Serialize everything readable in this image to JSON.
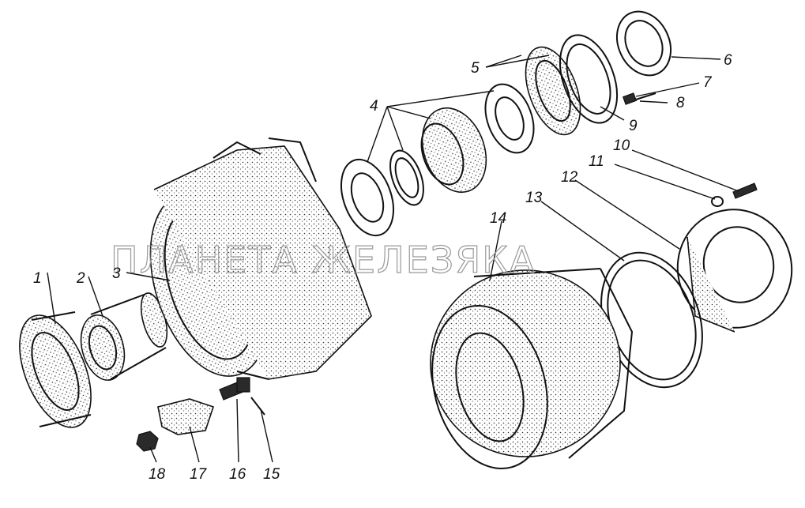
{
  "watermark": "ПЛАНЕТА ЖЕЛЕЗЯКА",
  "callouts": [
    {
      "id": "1",
      "text": "1"
    },
    {
      "id": "2",
      "text": "2"
    },
    {
      "id": "3",
      "text": "3"
    },
    {
      "id": "4",
      "text": "4"
    },
    {
      "id": "5",
      "text": "5"
    },
    {
      "id": "6",
      "text": "6"
    },
    {
      "id": "7",
      "text": "7"
    },
    {
      "id": "8",
      "text": "8"
    },
    {
      "id": "9",
      "text": "9"
    },
    {
      "id": "10",
      "text": "10"
    },
    {
      "id": "11",
      "text": "11"
    },
    {
      "id": "12",
      "text": "12"
    },
    {
      "id": "13",
      "text": "13"
    },
    {
      "id": "14",
      "text": "14"
    },
    {
      "id": "15",
      "text": "15"
    },
    {
      "id": "16",
      "text": "16"
    },
    {
      "id": "17",
      "text": "17"
    },
    {
      "id": "18",
      "text": "18"
    }
  ]
}
